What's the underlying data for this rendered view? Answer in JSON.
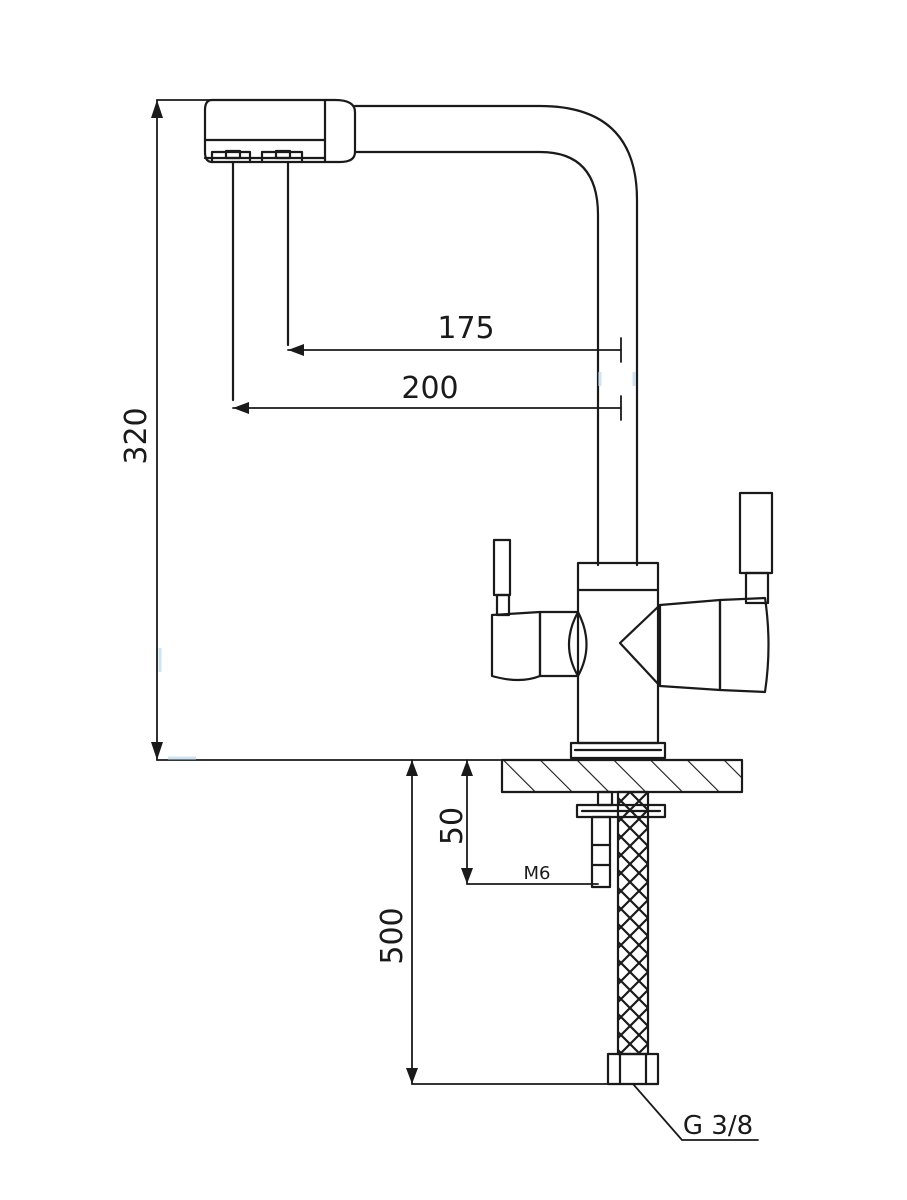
{
  "dimensions": {
    "reach_inner": "175",
    "reach_outer": "200",
    "total_height": "320",
    "mount_depth": "50",
    "hose_length": "500"
  },
  "labels": {
    "stud_thread": "M6",
    "hose_connection": "G 3/8"
  },
  "colors": {
    "line": "#1a1a1a",
    "faint_marks": "#cfe3f2"
  }
}
